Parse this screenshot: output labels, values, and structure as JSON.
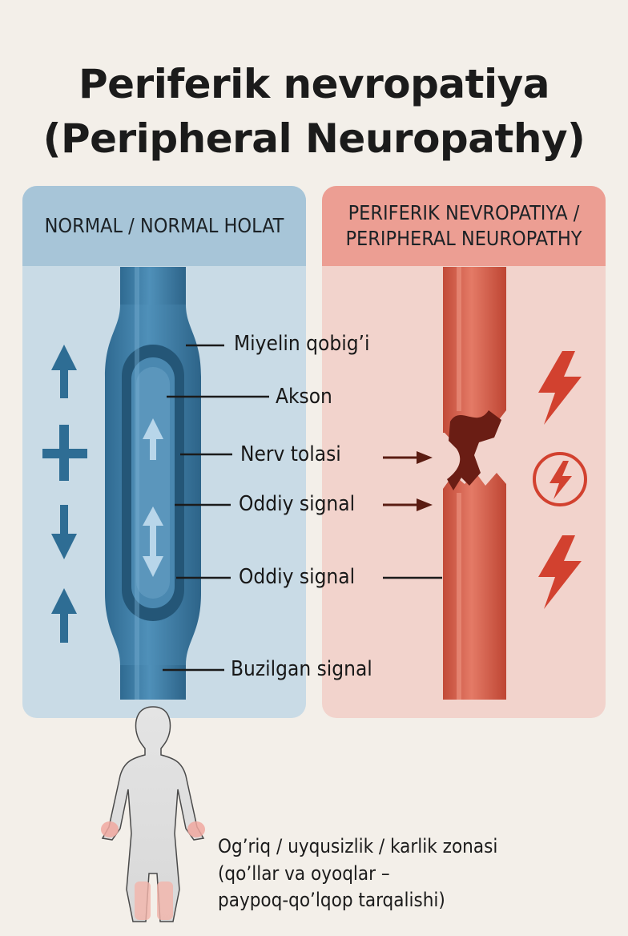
{
  "title": {
    "line1": "Periferik nevropatiya",
    "line2": "(Peripheral Neuropathy)"
  },
  "panels": {
    "normal": {
      "header": "NORMAL / NORMAL HOLAT"
    },
    "neuropathy": {
      "header_line1": "PERIFERIK NEVROPATIYA /",
      "header_line2": "PERIPHERAL NEUROPATHY"
    }
  },
  "labels": {
    "myelin": "Miyelin qobig’i",
    "axon": "Akson",
    "nerve_fiber": "Nerv tolasi",
    "normal_signal_1": "Oddiy signal",
    "normal_signal_2": "Oddiy signal",
    "disrupted_signal": "Buzilgan signal"
  },
  "caption": {
    "line1": "Og’riq / uyqusizlik / karlik zonasi",
    "line2": "(qo’llar va oyoqlar –",
    "line3": "paypoq-qo’lqop tarqalishi)"
  },
  "colors": {
    "background": "#f3efe9",
    "normal_panel": "#c9dbe6",
    "normal_header": "#a7c5d8",
    "neuro_panel": "#f2d3cc",
    "neuro_header": "#ec9e93",
    "nerve_blue": "#3d7da6",
    "nerve_red": "#d9614e",
    "lightning": "#d2412f"
  },
  "icons": [
    "arrow-up-icon",
    "cross-arrows-icon",
    "arrow-down-icon",
    "lightning-icon",
    "circled-lightning-icon",
    "human-body-icon"
  ]
}
